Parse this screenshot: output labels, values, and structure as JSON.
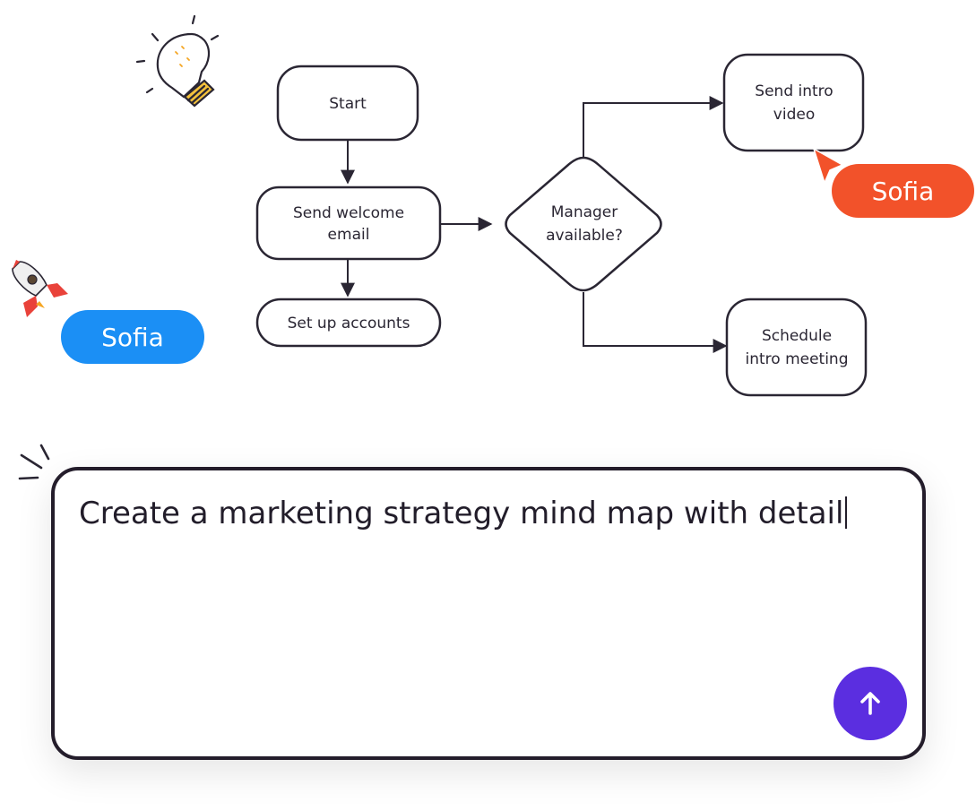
{
  "flowchart": {
    "start": "Start",
    "send_welcome": [
      "Send welcome",
      "email"
    ],
    "set_up_accounts": "Set up accounts",
    "decision": [
      "Manager",
      "available?"
    ],
    "send_intro": [
      "Send intro",
      "video"
    ],
    "schedule": [
      "Schedule",
      "intro meeting"
    ]
  },
  "collaborators": {
    "blue": {
      "name": "Sofia",
      "color": "#1b8ff5"
    },
    "orange": {
      "name": "Sofia",
      "color": "#f2522a"
    }
  },
  "prompt": {
    "text": "Create a marketing strategy mind map with detail",
    "send_icon": "arrow-up-icon",
    "send_color": "#5b2ee0"
  },
  "decorations": {
    "lightbulb": "lightbulb-icon",
    "rocket": "rocket-icon",
    "sparkle": "sparkle-lines-icon"
  }
}
